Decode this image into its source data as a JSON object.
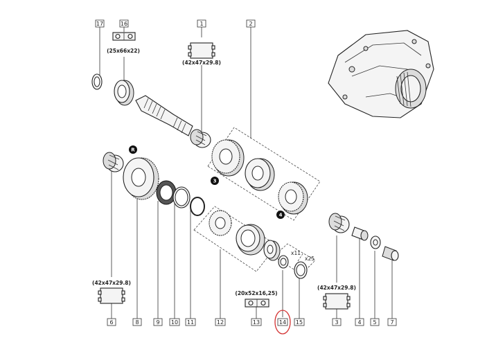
{
  "labels": {
    "l1": "1",
    "l2": "2",
    "l3": "3",
    "l4": "4",
    "l5": "5",
    "l6": "6",
    "l7": "7",
    "l8": "8",
    "l9": "9",
    "l10": "10",
    "l11": "11",
    "l12": "12",
    "l13": "13",
    "l14": "14",
    "l15": "15",
    "l16": "16",
    "l17": "17"
  },
  "dimensions": {
    "d16": "(25x66x22)",
    "d1": "(42x47x29.8)",
    "d6": "(42x47x29.8)",
    "d13": "(20x52x16,25)",
    "d3": "(42x47x29.8)"
  },
  "quantities": {
    "q11": "x11",
    "q25": "x25"
  },
  "badges": {
    "bR": "R",
    "b3": "3",
    "b4": "4"
  },
  "colors": {
    "highlight": "#d33030",
    "line": "#333333",
    "badge": "#111111"
  }
}
